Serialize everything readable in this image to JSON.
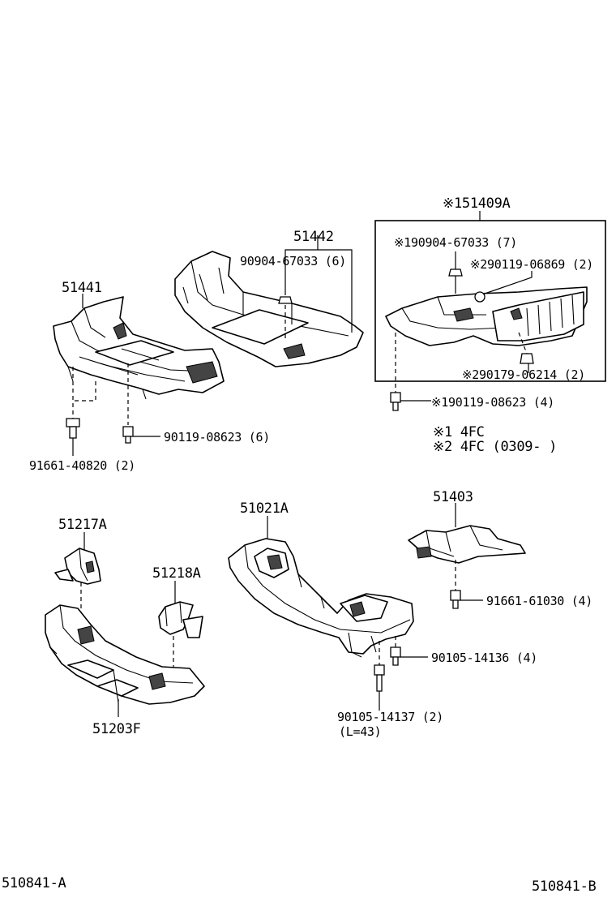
{
  "diagram": {
    "labels": {
      "p51441": "51441",
      "p51442": "51442",
      "b9090467033_6": "90904-67033 (6)",
      "p51409a": "※151409A",
      "b1_9090467033_7": "※190904-67033 (7)",
      "b2_9011906869_2": "※290119-06869 (2)",
      "b2_9017906214_2": "※290179-06214 (2)",
      "b1_9011908623_4": "※190119-08623 (4)",
      "note1": "※1 4FC",
      "note2": "※2 4FC  (0309-      )",
      "b9011908623_6": "90119-08623 (6)",
      "b9166140820_2": "91661-40820 (2)",
      "p51021a": "51021A",
      "p51403": "51403",
      "p51217a": "51217A",
      "p51218a": "51218A",
      "b9166161030_4": "91661-61030 (4)",
      "b9010514136_4": "90105-14136 (4)",
      "b9010514137_2": "90105-14137 (2)",
      "b_len": "(L=43)",
      "p51203f": "51203F",
      "footer_left": "510841-A",
      "footer_right": "510841-B"
    }
  }
}
